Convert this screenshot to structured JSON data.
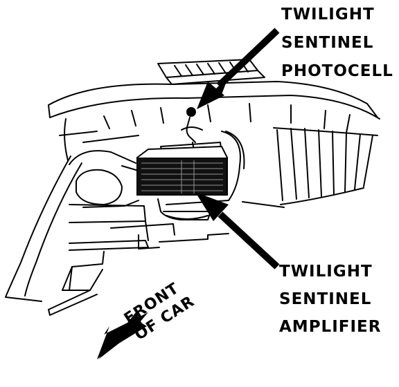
{
  "photocell_label": {
    "line1": "TWILIGHT",
    "line2": "SENTINEL",
    "line3": "PHOTOCELL"
  },
  "amplifier_label": {
    "line1": "TWILIGHT",
    "line2": "SENTINEL",
    "line3": "AMPLIFIER"
  },
  "front_label": {
    "line1": "FRONT",
    "line2": "OF CAR"
  },
  "colors": {
    "ink": "#000000",
    "background": "#ffffff"
  }
}
